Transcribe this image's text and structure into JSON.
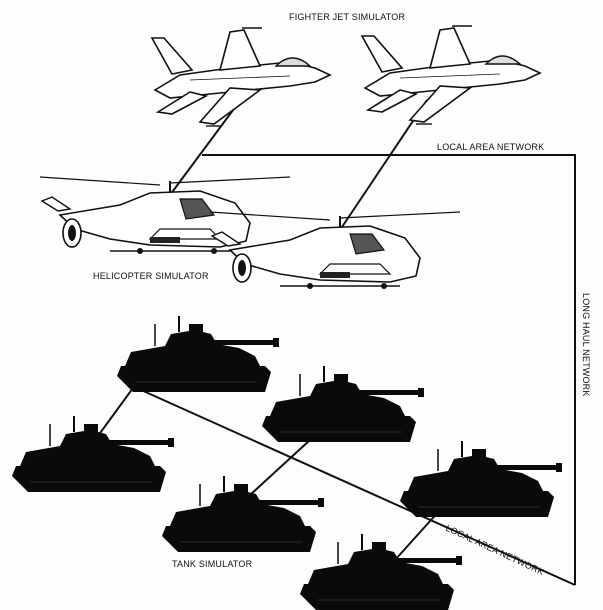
{
  "labels": {
    "fighter": "FIGHTER JET SIMULATOR",
    "helicopter": "HELICOPTER  SIMULATOR",
    "tank": "TANK SIMULATOR",
    "lan_top": "LOCAL AREA NETWORK",
    "lan_bottom": "LOCAL AREA NETWORK",
    "long_haul": "LONG HAUL NETWORK"
  },
  "colors": {
    "ink": "#111111",
    "background": "#fdfdfb"
  }
}
